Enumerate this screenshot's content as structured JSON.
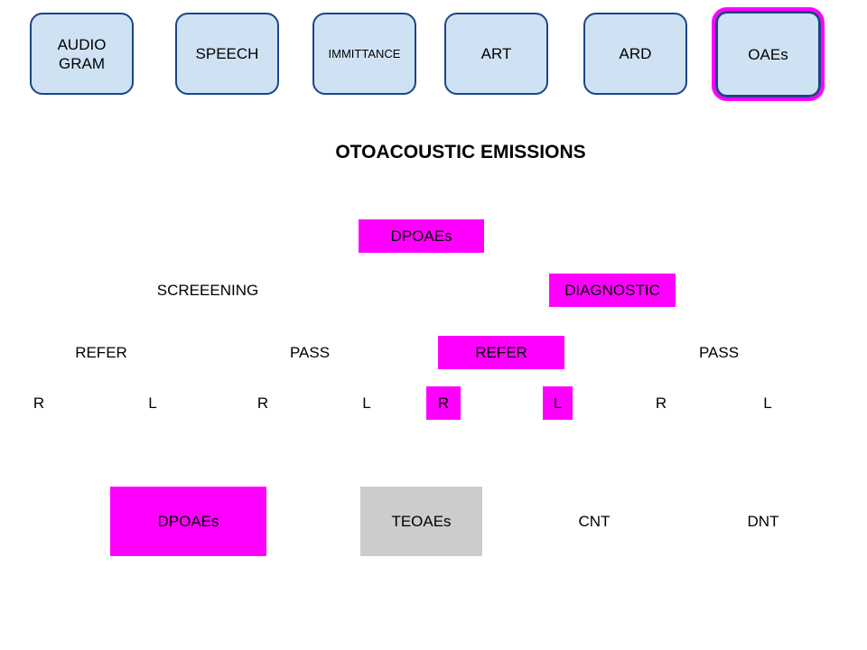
{
  "colors": {
    "tab_fill": "#cfe2f3",
    "tab_border": "#1c4587",
    "active_outline": "#ff00ff",
    "highlight": "#ff00ff",
    "grey_fill": "#cccccc"
  },
  "tabs": [
    {
      "label": "AUDIO\nGRAM",
      "active": false
    },
    {
      "label": "SPEECH",
      "active": false
    },
    {
      "label": "IMMITTANCE",
      "active": false
    },
    {
      "label": "ART",
      "active": false
    },
    {
      "label": "ARD",
      "active": false
    },
    {
      "label": "OAEs",
      "active": true
    }
  ],
  "title": "OTOACOUSTIC EMISSIONS",
  "tree": {
    "root": "DPOAEs",
    "screening": "SCREEENING",
    "diagnostic": "DIAGNOSTIC",
    "screening_refer": "REFER",
    "screening_pass": "PASS",
    "diagnostic_refer": "REFER",
    "diagnostic_pass": "PASS",
    "ears": [
      "R",
      "L",
      "R",
      "L",
      "R",
      "L",
      "R",
      "L"
    ]
  },
  "options": [
    "DPOAEs",
    "TEOAEs",
    "CNT",
    "DNT"
  ]
}
